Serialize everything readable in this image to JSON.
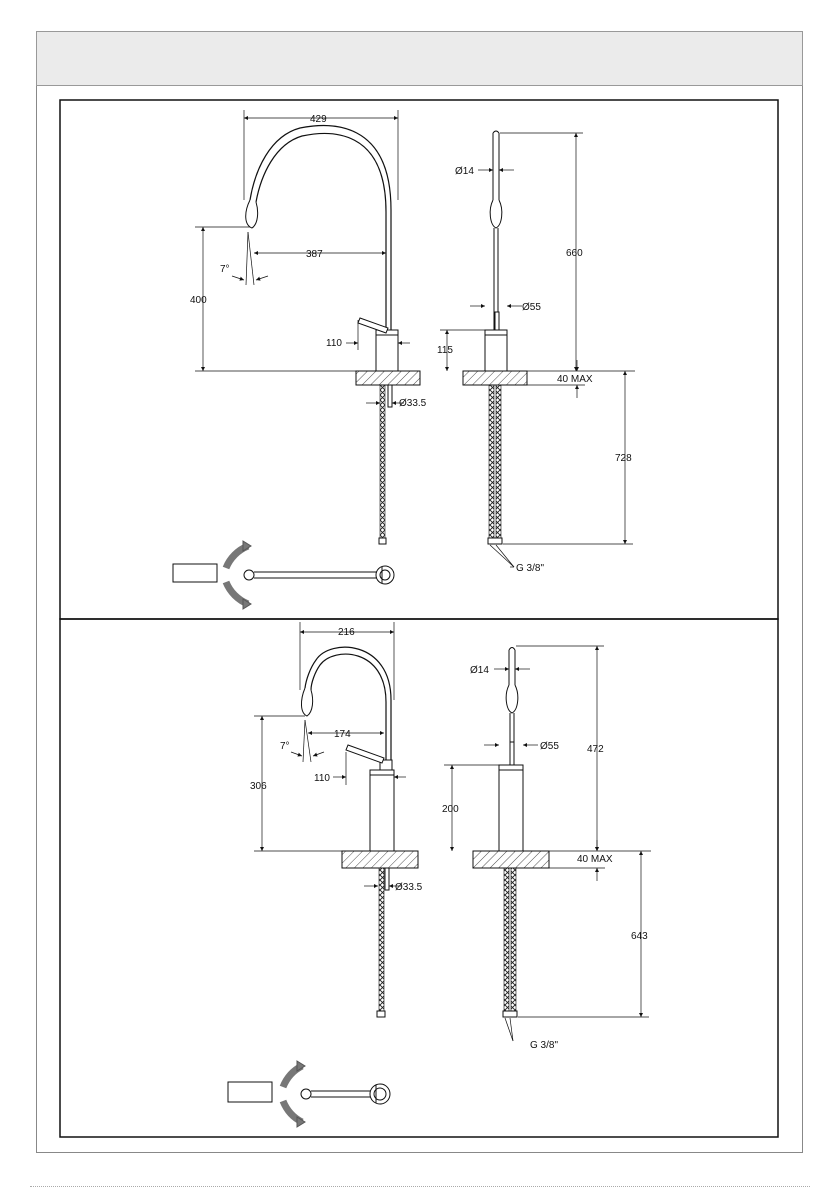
{
  "top": {
    "width": "429",
    "reach": "387",
    "spout_angle": "7°",
    "outlet_height": "400",
    "lever_length": "110",
    "body_height": "115",
    "hose_diameter": "Ø33.5",
    "tube_diameter": "Ø14",
    "body_diameter": "Ø55",
    "total_height": "660",
    "deck_thickness": "40 MAX",
    "hose_length": "728",
    "connection": "G 3/8\""
  },
  "bottom": {
    "width": "216",
    "reach": "174",
    "spout_angle": "7°",
    "outlet_height": "306",
    "lever_length": "110",
    "body_height": "200",
    "hose_diameter": "Ø33.5",
    "tube_diameter": "Ø14",
    "body_diameter": "Ø55",
    "total_height": "472",
    "deck_thickness": "40 MAX",
    "hose_length": "643",
    "connection": "G 3/8\""
  }
}
